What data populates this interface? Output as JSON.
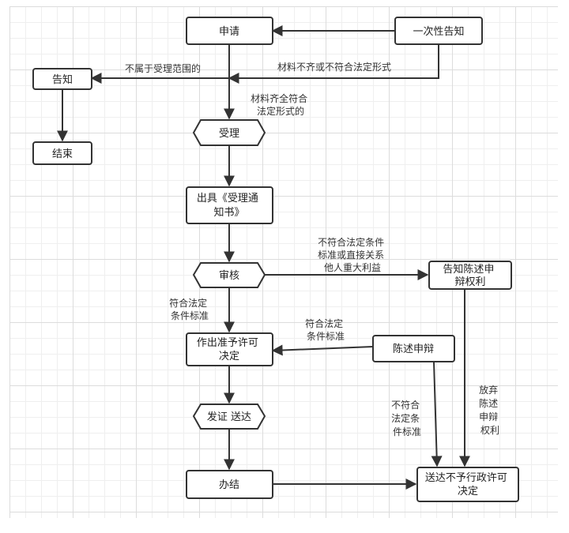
{
  "colors": {
    "stroke": "#333333",
    "grid_major": "#dcdcdc",
    "grid_minor": "#efefef",
    "background": "#ffffff"
  },
  "nodes": {
    "apply": {
      "lines": [
        "申请"
      ]
    },
    "one_time_notice": {
      "lines": [
        "一次性告知"
      ]
    },
    "notify": {
      "lines": [
        "告知"
      ]
    },
    "end": {
      "lines": [
        "结束"
      ]
    },
    "accept": {
      "lines": [
        "受理"
      ]
    },
    "issue_notice": {
      "lines": [
        "出具《受理通",
        "知书》"
      ]
    },
    "review": {
      "lines": [
        "审核"
      ]
    },
    "notify_defense": {
      "lines": [
        "告知陈述申",
        "辩权利"
      ]
    },
    "grant_decision": {
      "lines": [
        "作出准予许可",
        "决定"
      ]
    },
    "state_defense": {
      "lines": [
        "陈述申辩"
      ]
    },
    "issue_deliver": {
      "lines": [
        "发证 送达"
      ]
    },
    "complete": {
      "lines": [
        "办结"
      ]
    },
    "deny_decision": {
      "lines": [
        "送达不予行政许可",
        "决定"
      ]
    }
  },
  "edge_labels": {
    "not_in_scope": {
      "lines": [
        "不属于受理范围的"
      ]
    },
    "materials_incomplete": {
      "lines": [
        "材料不齐或不符合法定形式"
      ]
    },
    "materials_complete": {
      "lines": [
        "材料齐全符合",
        "法定形式的"
      ]
    },
    "review_not_meet": {
      "lines": [
        "不符合法定条件",
        "标准或直接关系",
        "他人重大利益"
      ]
    },
    "review_meet": {
      "lines": [
        "符合法定",
        "条件标准"
      ]
    },
    "defense_meet": {
      "lines": [
        "符合法定",
        "条件标准"
      ]
    },
    "defense_not_meet": {
      "lines": [
        "不符合",
        "法定条",
        "件标准"
      ]
    },
    "waive_rights": {
      "lines": [
        "放弃",
        "陈述",
        "申辩",
        "权利"
      ]
    }
  }
}
